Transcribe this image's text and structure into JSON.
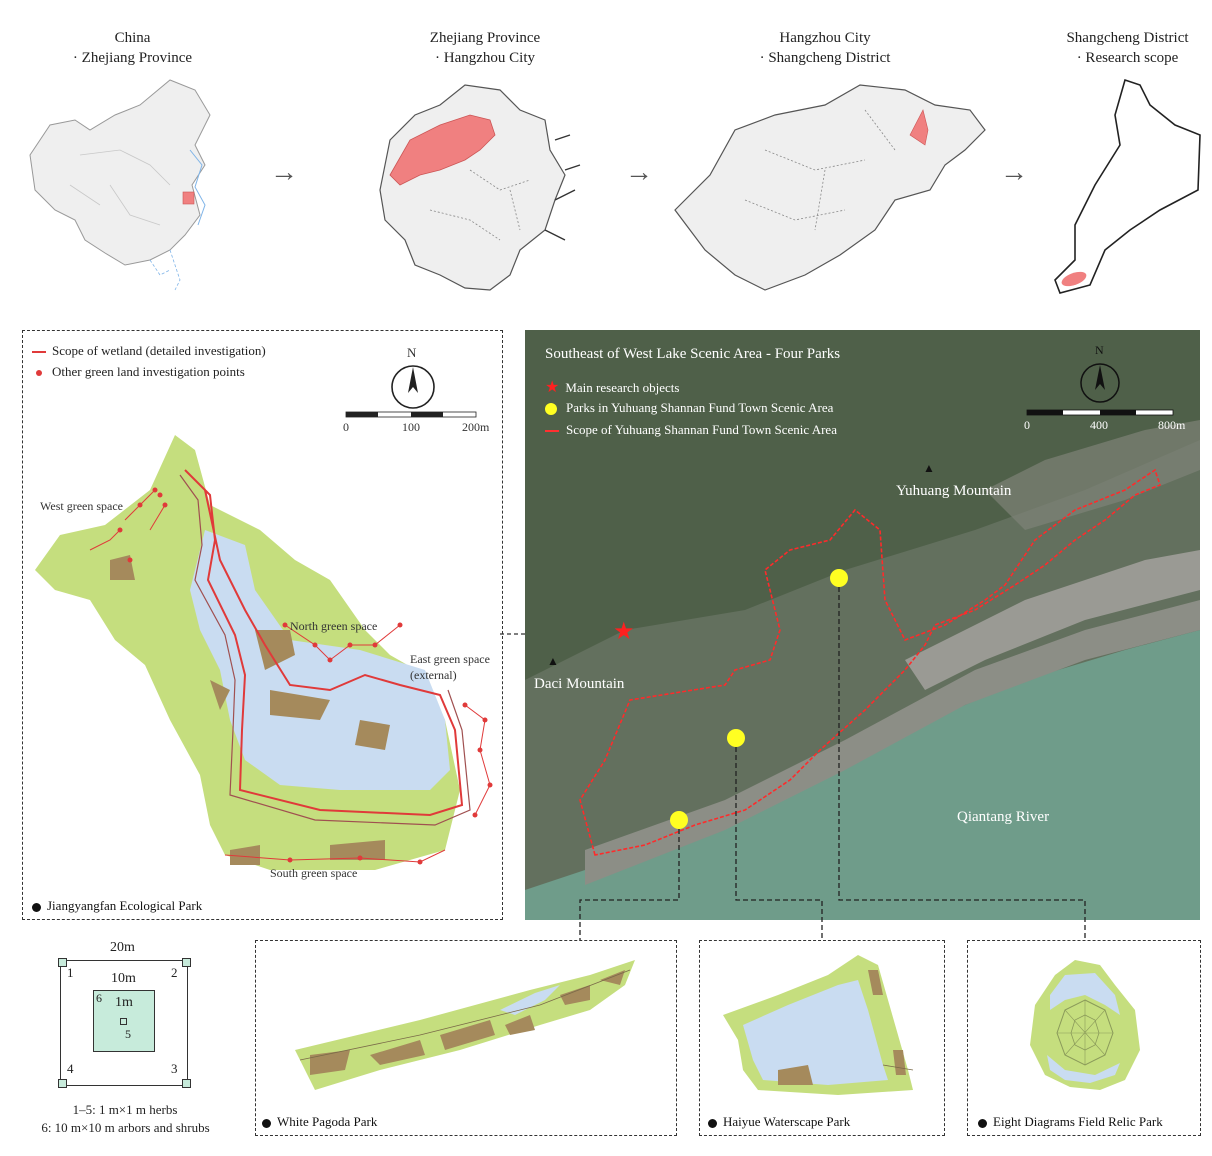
{
  "top_maps": [
    {
      "line1": "China",
      "line2": "· Zhejiang Province"
    },
    {
      "line1": "Zhejiang Province",
      "line2": "· Hangzhou City"
    },
    {
      "line1": "Hangzhou City",
      "line2": "· Shangcheng District"
    },
    {
      "line1": "Shangcheng District",
      "line2": "· Research scope"
    }
  ],
  "left_panel": {
    "legend_wetland": "Scope of wetland (detailed investigation)",
    "legend_points": "Other green land investigation points",
    "north": "N",
    "scale": [
      "0",
      "100",
      "200m"
    ],
    "west": "West green space",
    "north_space": "North green space",
    "east_line1": "East green space",
    "east_line2": "(external)",
    "south": "South green space",
    "park_name": "Jiangyangfan Ecological Park"
  },
  "right_panel": {
    "title": "Southeast of West Lake Scenic Area - Four Parks",
    "legend_main": "Main research objects",
    "legend_parks": "Parks in Yuhuang Shannan Fund Town Scenic Area",
    "legend_scope": "Scope of Yuhuang Shannan Fund Town Scenic Area",
    "north": "N",
    "scale": [
      "0",
      "400",
      "800m"
    ],
    "yuhuang": "Yuhuang Mountain",
    "daci": "Daci Mountain",
    "river": "Qiantang River"
  },
  "plot_diagram": {
    "outer": "20m",
    "inner": "10m",
    "center": "1m",
    "n1": "1",
    "n2": "2",
    "n3": "3",
    "n4": "4",
    "n5": "5",
    "n6": "6",
    "note1": "1–5: 1 m×1 m herbs",
    "note2": "6: 10 m×10 m arbors and shrubs"
  },
  "parks_bottom": {
    "white": "White Pagoda Park",
    "haiyue": "Haiyue Waterscape Park",
    "eight": "Eight Diagrams Field Relic Park"
  },
  "colors": {
    "green": "#c5de7e",
    "water": "#c9dcf1",
    "building": "#a58a5c",
    "red": "#e03a3a",
    "highlight": "#f08080",
    "yellow": "#ffff22"
  }
}
